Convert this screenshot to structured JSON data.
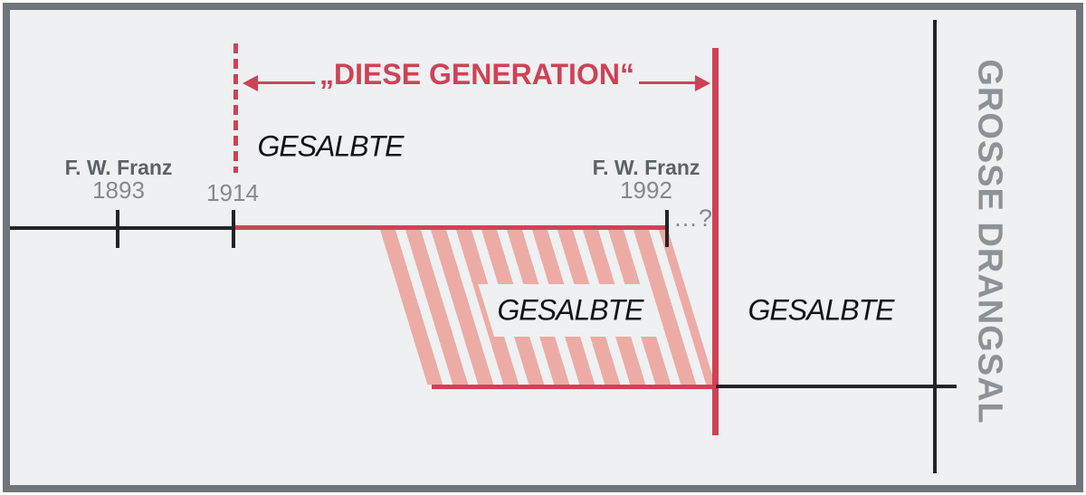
{
  "colors": {
    "background": "#eef0f1",
    "frame_border": "#70757a",
    "red": "#cf4256",
    "stripe_pink": "#edaba5",
    "black_line": "#232426",
    "label_dark_gray": "#5c6266",
    "label_light_gray": "#85898d",
    "tribulation_gray": "#8d9297",
    "text_black": "#131416"
  },
  "title": {
    "text": "„DIESE GENERATION“"
  },
  "timeline": {
    "left_person": {
      "name": "F. W. Franz",
      "year": "1893"
    },
    "generation_start_year": "1914",
    "right_person": {
      "name": "F. W. Franz",
      "year": "1992"
    },
    "continuation": "…?"
  },
  "groups": {
    "first_label": "GESALBTE",
    "second_label": "GESALBTE",
    "third_label": "GESALBTE"
  },
  "tribulation": {
    "label": "GROSSE DRANGSAL"
  }
}
